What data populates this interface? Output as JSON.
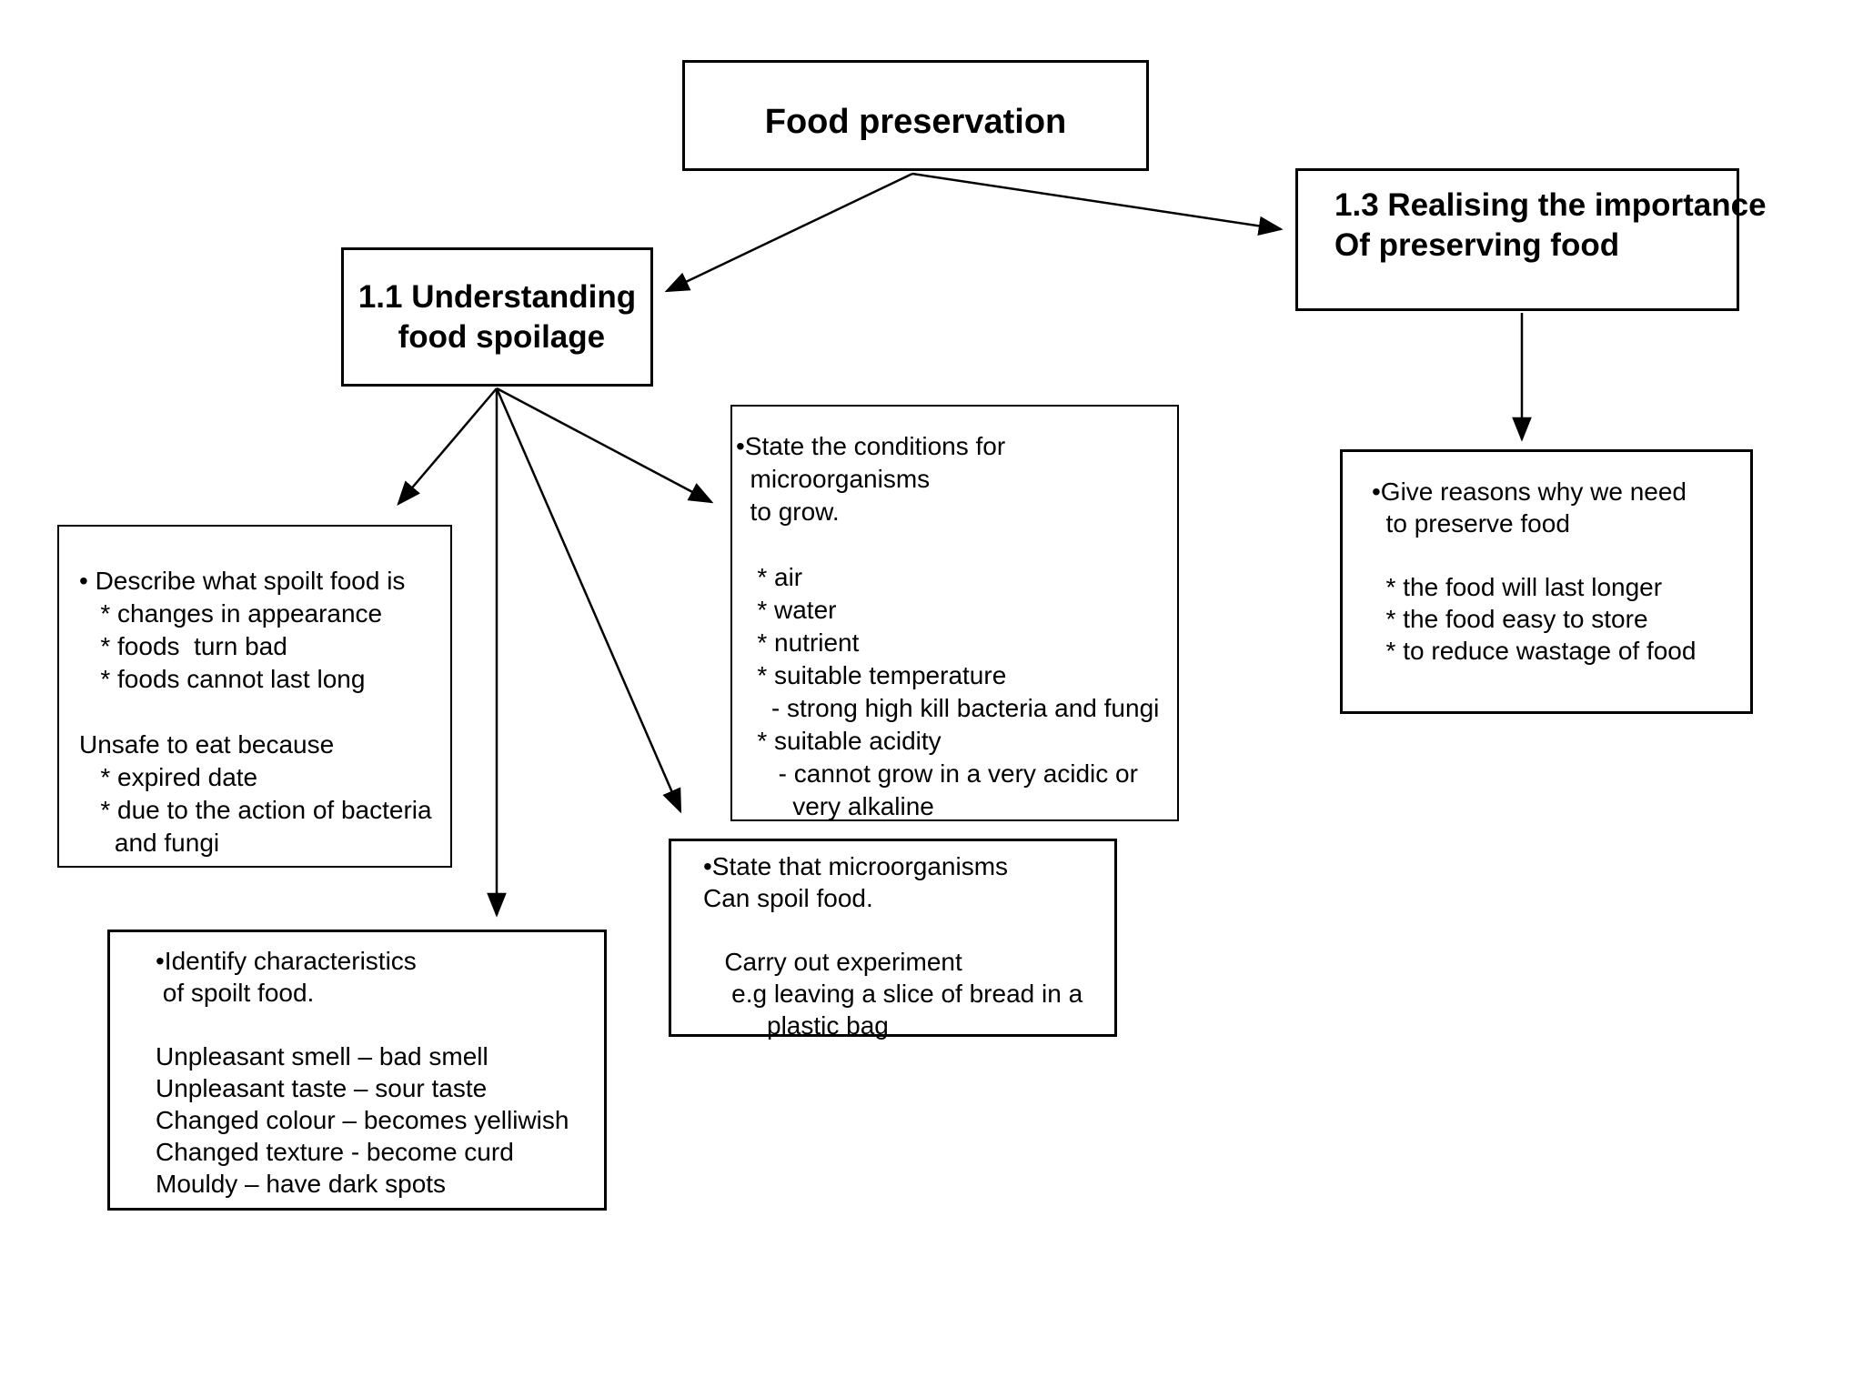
{
  "diagram": {
    "background": "#ffffff",
    "line_color": "#000000",
    "text_color": "#000000",
    "title": {
      "text": "Food preservation"
    },
    "nodes": {
      "understanding": {
        "lines": [
          "1.1 Understanding",
          " food spoilage"
        ]
      },
      "realising": {
        "lines": [
          "1.3 Realising the importance",
          "Of preserving food"
        ]
      },
      "describe": {
        "lines": [
          "• Describe what spoilt food is",
          "   * changes in appearance",
          "   * foods  turn bad",
          "   * foods cannot last long",
          "",
          "Unsafe to eat because",
          "   * expired date",
          "   * due to the action of bacteria",
          "     and fungi"
        ]
      },
      "conditions": {
        "lines": [
          "•State the conditions for",
          "  microorganisms",
          "  to grow.",
          "",
          "   * air",
          "   * water",
          "   * nutrient",
          "   * suitable temperature",
          "     - strong high kill bacteria and fungi",
          "   * suitable acidity",
          "      - cannot grow in a very acidic or",
          "        very alkaline"
        ]
      },
      "microorganisms": {
        "lines": [
          "•State that microorganisms",
          "Can spoil food.",
          "",
          "   Carry out experiment",
          "    e.g leaving a slice of bread in a",
          "         plastic bag"
        ]
      },
      "identify": {
        "lines": [
          "•Identify characteristics",
          " of spoilt food.",
          "",
          "Unpleasant smell – bad smell",
          "Unpleasant taste – sour taste",
          "Changed colour – becomes yelliwish",
          "Changed texture - become curd",
          "Mouldy – have dark spots"
        ]
      },
      "reasons": {
        "lines": [
          "•Give reasons why we need",
          "  to preserve food",
          "",
          "  * the food will last longer",
          "  * the food easy to store",
          "  * to reduce wastage of food"
        ]
      }
    }
  }
}
